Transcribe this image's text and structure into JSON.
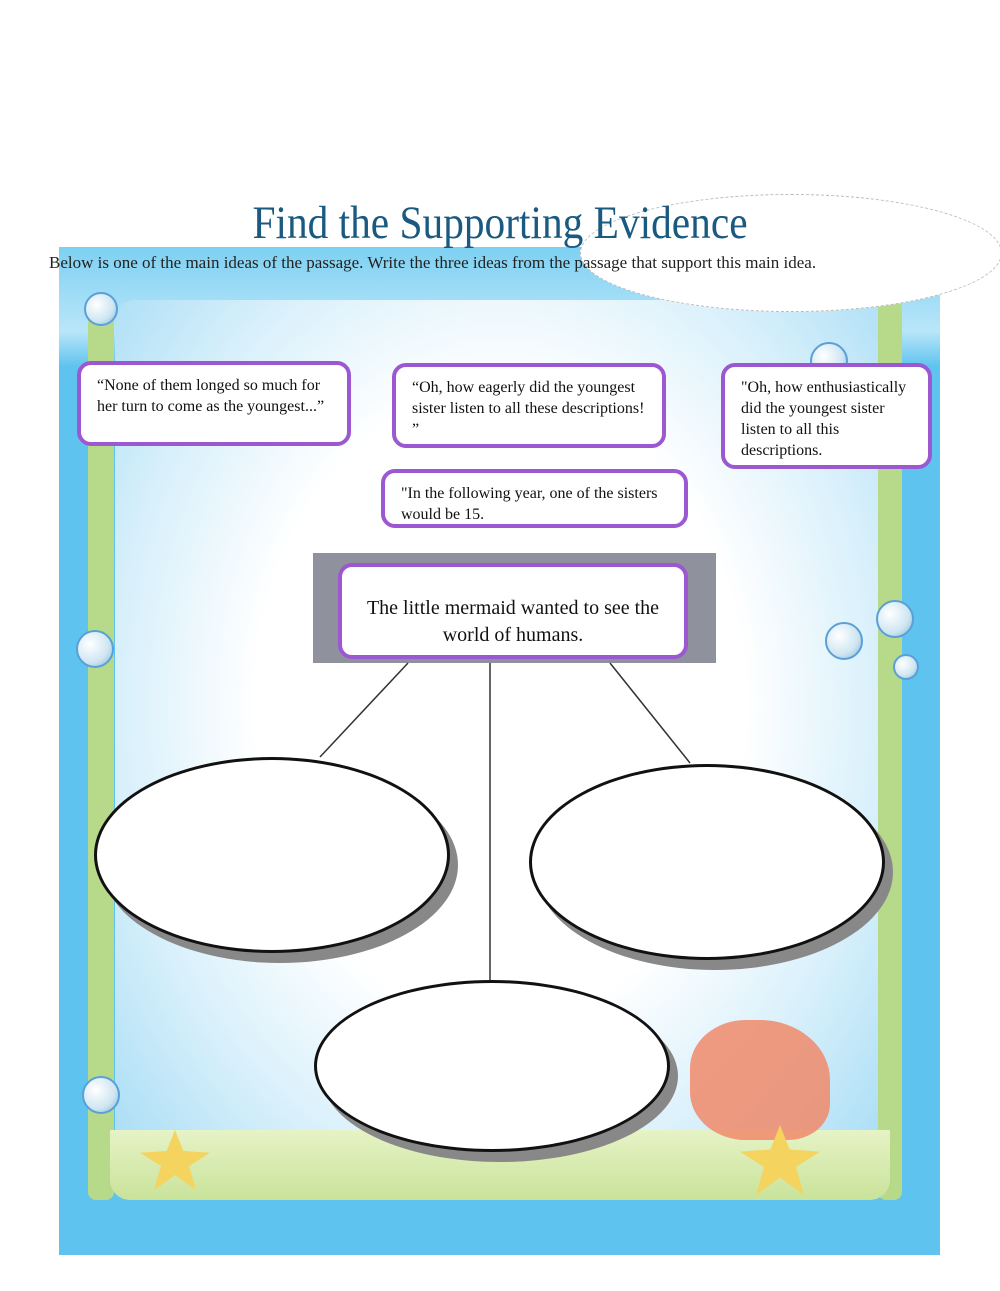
{
  "title": "Find the Supporting Evidence",
  "instructions": "Below is one of the main ideas of the passage. Write the three ideas from the passage that support this main idea.",
  "evidence_boxes": [
    "“None of them longed so much for her turn to come as the youngest...”",
    "“Oh, how eagerly did the youngest sister listen to all these descriptions! ”",
    "\"Oh, how enthusiastically did the youngest sister listen to all this descriptions.",
    "\"In the following year, one of the sisters would be 15."
  ],
  "main_idea": "The little mermaid wanted to see the world of humans.",
  "colors": {
    "frame": "#5ec3ee",
    "box_border": "#9b58d0",
    "title": "#1a5a80"
  }
}
